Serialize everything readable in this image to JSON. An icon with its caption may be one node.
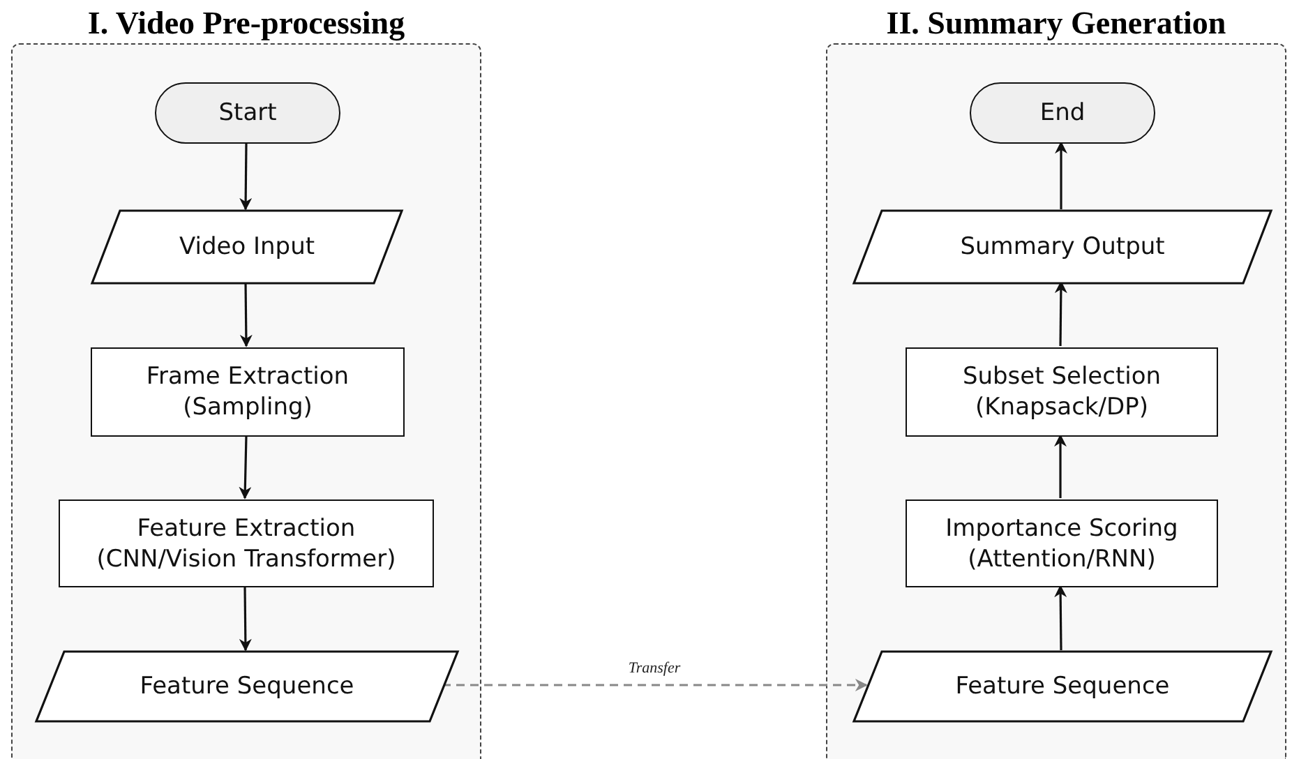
{
  "diagram": {
    "nodes": [
      {
        "text": [
          "I. Video Pre-processing"
        ]
      },
      {
        "text": [
          "Start"
        ],
        "in": 0
      },
      {
        "text": [
          "Video Input"
        ],
        "in": 0
      },
      {
        "text": [
          "Frame Extraction",
          "(Sampling)"
        ],
        "in": 0
      },
      {
        "text": [
          "Feature Extraction",
          "(CNN/Vision Transformer)"
        ],
        "in": 0
      },
      {
        "text": [
          "Feature Sequence"
        ],
        "in": 0
      },
      {
        "text": [
          "II. Summary Generation"
        ]
      },
      {
        "text": [
          "End"
        ],
        "in": 6
      },
      {
        "text": [
          "Summary Output"
        ],
        "in": 6
      },
      {
        "text": [
          "Subset Selection",
          "(Knapsack/DP)"
        ],
        "in": 6
      },
      {
        "text": [
          "Importance Scoring",
          "(Attention/RNN)"
        ],
        "in": 6
      },
      {
        "text": [
          "Feature Sequence"
        ],
        "in": 6
      }
    ],
    "edges": [
      {
        "from": 1,
        "to": 2,
        "arrow": "to"
      },
      {
        "from": 2,
        "to": 3,
        "arrow": "to"
      },
      {
        "from": 3,
        "to": 4,
        "arrow": "to"
      },
      {
        "from": 4,
        "to": 5,
        "arrow": "to"
      },
      {
        "from": 5,
        "to": 11,
        "arrow": "to",
        "label": "Transfer",
        "style": "dashed",
        "color": "#888888"
      },
      {
        "from": 11,
        "to": 10,
        "arrow": "to"
      },
      {
        "from": 10,
        "to": 9,
        "arrow": "to"
      },
      {
        "from": 9,
        "to": 8,
        "arrow": "to"
      },
      {
        "from": 8,
        "to": 7,
        "arrow": "to"
      }
    ]
  }
}
